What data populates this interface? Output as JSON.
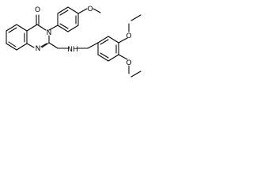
{
  "molecule": {
    "atoms": {
      "carbonyl_oxygen": "O",
      "ring_nitrogen_top": "N",
      "ring_nitrogen_bottom": "N",
      "amine": "NH",
      "methoxy_oxygen_phenyl": "O",
      "methoxy_oxygen_veratryl_top": "O",
      "methoxy_oxygen_veratryl_bottom": "O"
    }
  }
}
